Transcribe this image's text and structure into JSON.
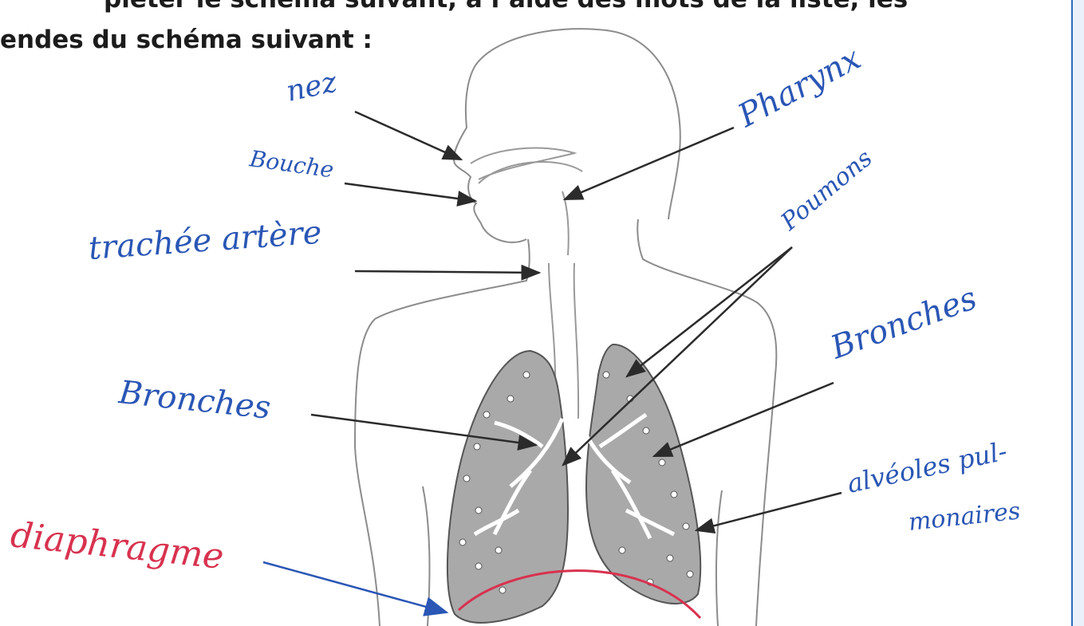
{
  "heading": {
    "line1": "pléter le schéma suivant, à l’aide des mots de la liste, les",
    "line2": "endes du schéma suivant :"
  },
  "colors": {
    "ink_blue": "#2a56b5",
    "ink_red": "#d8324f",
    "lung_fill": "#a9a9a9",
    "outline": "#8c8c8c",
    "arrow": "#2b2b2b"
  },
  "labels": {
    "nez": "nez",
    "bouche": "Bouche",
    "pharynx": "Pharynx",
    "trachee": "trachée artère",
    "poumons": "Poumons",
    "bronches_right": "Bronches",
    "bronches_left": "Bronches",
    "alveoles_1": "alvéoles pul-",
    "alveoles_2": "monaires",
    "diaphragme": "diaphragme"
  }
}
